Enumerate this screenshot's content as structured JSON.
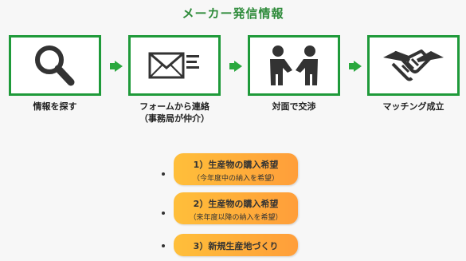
{
  "title": "メーカー発信情報",
  "steps": [
    {
      "label": "情報を探す",
      "sublabel": "",
      "icon": "magnifier-icon"
    },
    {
      "label": "フォームから連絡",
      "sublabel": "（事務局が仲介）",
      "icon": "envelope-icon"
    },
    {
      "label": "対面で交渉",
      "sublabel": "",
      "icon": "people-meeting-icon"
    },
    {
      "label": "マッチング成立",
      "sublabel": "",
      "icon": "handshake-icon"
    }
  ],
  "options": [
    {
      "main": "1）生産物の購入希望",
      "sub": "（今年度中の納入を希望）"
    },
    {
      "main": "2）生産物の購入希望",
      "sub": "（来年度以降の納入を希望）"
    },
    {
      "main": "3）新規生産地づくり",
      "sub": ""
    }
  ],
  "colors": {
    "accent_green": "#1f9a3a",
    "pill_orange": "#ffad3a",
    "title_green": "#2e8b3a"
  }
}
